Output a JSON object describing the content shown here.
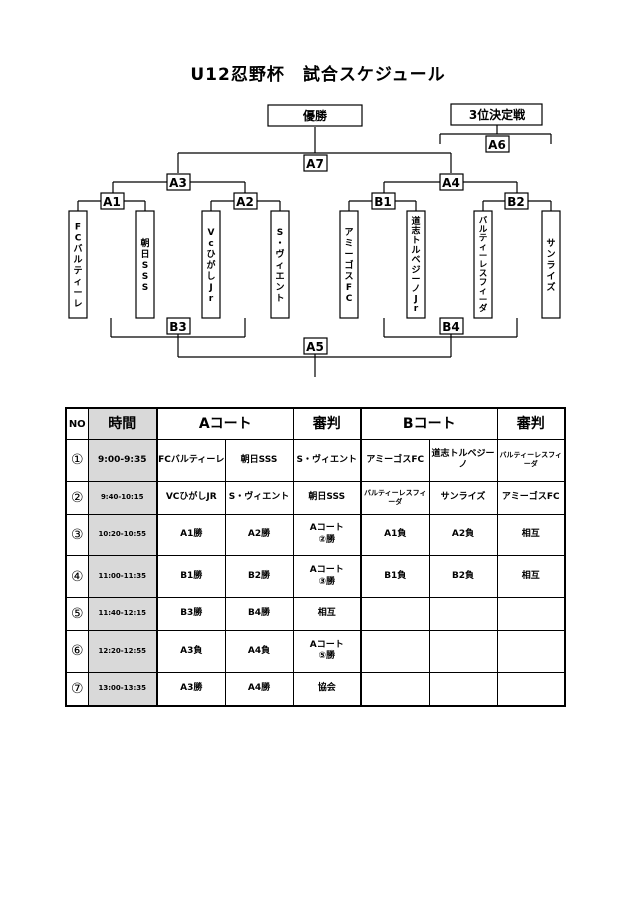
{
  "title": "U12忍野杯　試合スケジュール",
  "bracket": {
    "champion_label": "優勝",
    "third_place_label": "3位決定戦",
    "nodes": {
      "A7": "A7",
      "A6": "A6",
      "A3": "A3",
      "A4": "A4",
      "A1": "A1",
      "A2": "A2",
      "B1": "B1",
      "B2": "B2",
      "B3": "B3",
      "B4": "B4",
      "A5": "A5"
    },
    "teams": [
      "FCバルティーレ",
      "朝日SSS",
      "VcひがしJr",
      "S・ヴィエント",
      "アミーゴスFC",
      "道志トルベジーノJr",
      "バルティーレスフィーダ",
      "サンライズ"
    ]
  },
  "schedule": {
    "headers": {
      "no": "NO",
      "time": "時間",
      "a_court": "Aコート",
      "ref_a": "審判",
      "b_court": "Bコート",
      "ref_b": "審判"
    },
    "rows": [
      {
        "no": "①",
        "time": "9:00-9:35",
        "a1": "FCバルティーレ",
        "a2": "朝日SSS",
        "ref_a": "S・ヴィエント",
        "b1": "アミーゴスFC",
        "b2": "道志トルベジーノ",
        "ref_b": "バルティーレスフィーダ"
      },
      {
        "no": "②",
        "time": "9:40-10:15",
        "a1": "VCひがしJR",
        "a2": "S・ヴィエント",
        "ref_a": "朝日SSS",
        "b1": "バルティーレスフィーダ",
        "b2": "サンライズ",
        "ref_b": "アミーゴスFC"
      },
      {
        "no": "③",
        "time": "10:20-10:55",
        "a1": "A1勝",
        "a2": "A2勝",
        "ref_a": "Aコート\n②勝",
        "b1": "A1負",
        "b2": "A2負",
        "ref_b": "相互"
      },
      {
        "no": "④",
        "time": "11:00-11:35",
        "a1": "B1勝",
        "a2": "B2勝",
        "ref_a": "Aコート\n③勝",
        "b1": "B1負",
        "b2": "B2負",
        "ref_b": "相互"
      },
      {
        "no": "⑤",
        "time": "11:40-12:15",
        "a1": "B3勝",
        "a2": "B4勝",
        "ref_a": "相互",
        "b1": "",
        "b2": "",
        "ref_b": ""
      },
      {
        "no": "⑥",
        "time": "12:20-12:55",
        "a1": "A3負",
        "a2": "A4負",
        "ref_a": "Aコート\n⑤勝",
        "b1": "",
        "b2": "",
        "ref_b": ""
      },
      {
        "no": "⑦",
        "time": "13:00-13:35",
        "a1": "A3勝",
        "a2": "A4勝",
        "ref_a": "協会",
        "b1": "",
        "b2": "",
        "ref_b": ""
      }
    ]
  }
}
